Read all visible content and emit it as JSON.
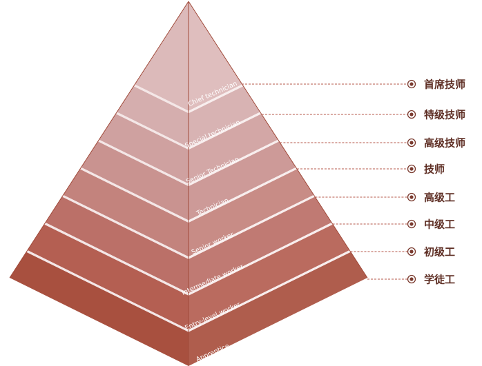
{
  "tiers": [
    {
      "label_en": "Chief technician",
      "label_cn": "首席技师",
      "color": "#dcbaba"
    },
    {
      "label_en": "Special technician",
      "label_cn": "特级技师",
      "color": "#d5aeae"
    },
    {
      "label_en": "Senior Technician",
      "label_cn": "高级技师",
      "color": "#cfa1a0"
    },
    {
      "label_en": "Technician",
      "label_cn": "技师",
      "color": "#c99390"
    },
    {
      "label_en": "Senior worker",
      "label_cn": "高级工",
      "color": "#c3837d"
    },
    {
      "label_en": "Intermediate worker",
      "label_cn": "中级工",
      "color": "#bb7068"
    },
    {
      "label_en": "Entry-level worker",
      "label_cn": "初级工",
      "color": "#b45f52"
    },
    {
      "label_en": "Apprentice",
      "label_cn": "学徒工",
      "color": "#a8503f"
    }
  ],
  "colors": {
    "outline": "#a04a3a",
    "leader": "#b5574a",
    "label_text": "#5e2e24",
    "marker": "#7a3a2e"
  }
}
